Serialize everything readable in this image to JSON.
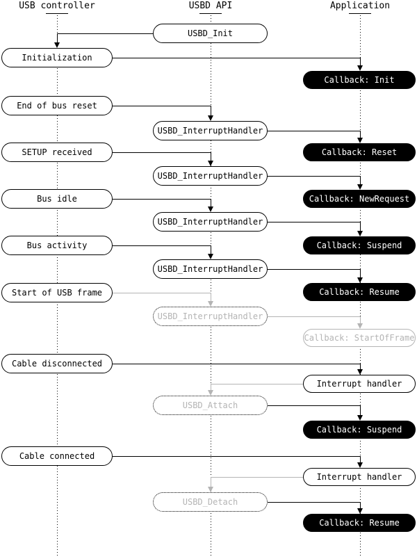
{
  "diagram": {
    "columns": [
      {
        "label": "USB controller"
      },
      {
        "label": "USBD API"
      },
      {
        "label": "Application"
      }
    ],
    "nodes": {
      "usbd_init": "USBD_Init",
      "initialization": "Initialization",
      "cb_init": "Callback: Init",
      "end_of_bus_reset": "End of bus reset",
      "ih_1": "USBD_InterruptHandler",
      "cb_reset": "Callback: Reset",
      "setup_received": "SETUP received",
      "ih_2": "USBD_InterruptHandler",
      "cb_new_request": "Callback: NewRequest",
      "bus_idle": "Bus idle",
      "ih_3": "USBD_InterruptHandler",
      "cb_suspend_1": "Callback: Suspend",
      "bus_activity": "Bus activity",
      "ih_4": "USBD_InterruptHandler",
      "cb_resume_1": "Callback: Resume",
      "start_of_usb_frame": "Start of USB frame",
      "ih_5": "USBD_InterruptHandler",
      "cb_start_of_frame": "Callback: StartOfFrame",
      "cable_disconnected": "Cable disconnected",
      "interrupt_handler_1": "Interrupt handler",
      "usbd_attach": "USBD_Attach",
      "cb_suspend_2": "Callback: Suspend",
      "cable_connected": "Cable connected",
      "interrupt_handler_2": "Interrupt handler",
      "usbd_detach": "USBD_Detach",
      "cb_resume_2": "Callback: Resume"
    },
    "colors": {
      "line": "#000000",
      "inactive": "#b4b4b4",
      "box_bg": "#ffffff",
      "callback_bg": "#000000",
      "callback_text": "#ffffff"
    }
  }
}
